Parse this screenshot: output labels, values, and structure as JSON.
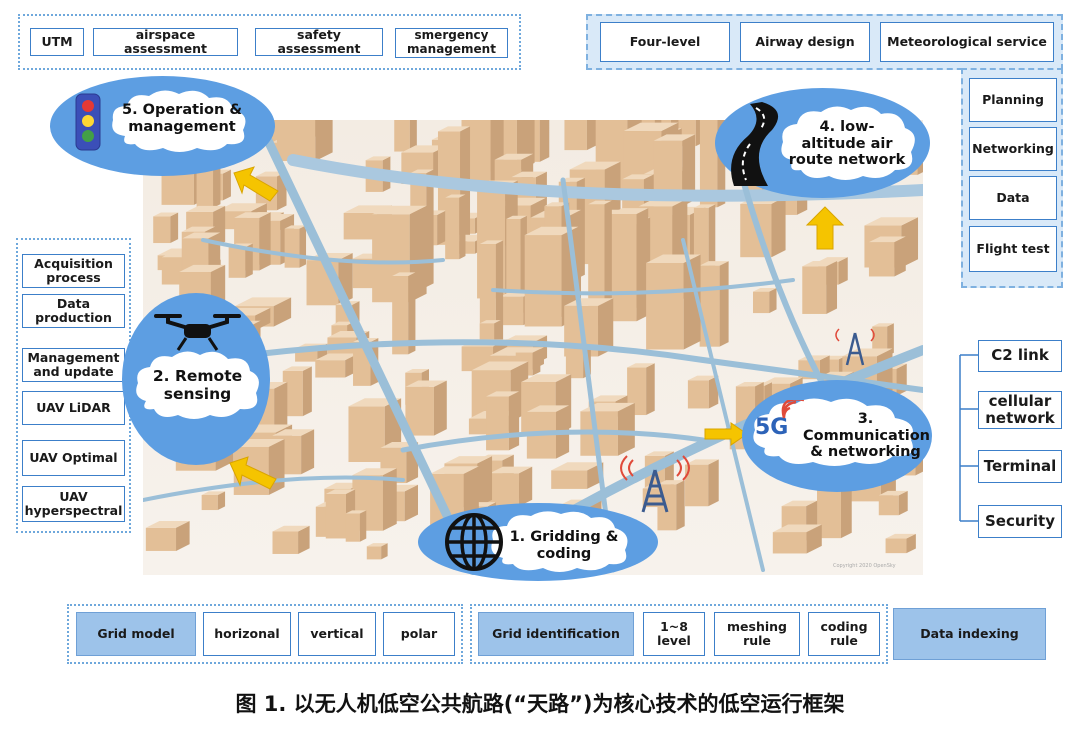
{
  "top_left_items": [
    "UTM",
    "airspace assessment",
    "safety assessment",
    "smergency management"
  ],
  "top_right_items": [
    "Four-level",
    "Airway design",
    "Meteorological service"
  ],
  "right_column_items": [
    "Planning",
    "Networking",
    "Data",
    "Flight test"
  ],
  "left_column_items": [
    "Acquisition process",
    "Data production",
    "Management and update",
    "UAV LiDAR",
    "UAV Optimal",
    "UAV hyperspectral"
  ],
  "comm_items": [
    "C2 link",
    "cellular network",
    "Terminal",
    "Security"
  ],
  "bottom_left": {
    "header": "Grid model",
    "items": [
      "horizonal",
      "vertical",
      "polar"
    ]
  },
  "bottom_mid": {
    "header": "Grid identification",
    "items": [
      "1~8 level",
      "meshing rule",
      "coding rule"
    ]
  },
  "bottom_right": "Data indexing",
  "clouds": {
    "operation": "5. Operation & management",
    "route": "4. low-altitude air route network",
    "sensing": "2. Remote sensing",
    "comm": "3. Communication & networking",
    "grid": "1. Gridding & coding",
    "badge_5g": "5G"
  },
  "copyright": "Copyright 2020 OpenSky",
  "caption": "图 1. 以无人机低空公共航路(“天路”)为核心技术的低空运行框架",
  "colors": {
    "box_border": "#3c7fc9",
    "header_fill": "#9dc3ea",
    "ellipse": "#5d9ee2",
    "building": "#e8c9a6",
    "road": "#9bbfd8",
    "arrow": "#f5c400"
  }
}
